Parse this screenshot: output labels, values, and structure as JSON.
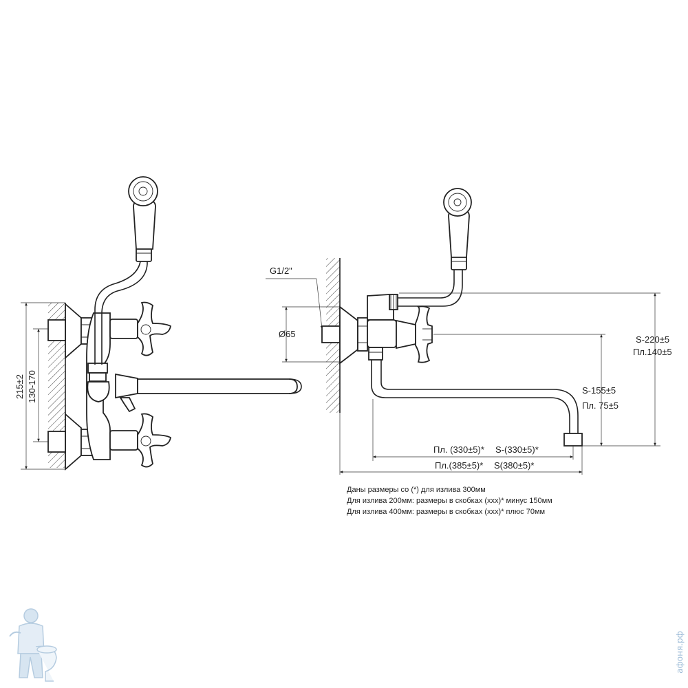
{
  "dimensions": {
    "height_total": "215±2",
    "height_range": "130-170",
    "thread": "G1/2\"",
    "diameter": "Ø65",
    "s_220": "S-220±5",
    "pl_140": "Пл.140±5",
    "s_155": "S-155±5",
    "pl_75": "Пл. 75±5",
    "pl_330": "Пл. (330±5)*",
    "s_330": "S-(330±5)*",
    "pl_385": "Пл.(385±5)*",
    "s_380": "S(380±5)*"
  },
  "notes": {
    "line1": "Даны размеры со (*) для излива 300мм",
    "line2": "Для излива 200мм: размеры в скобках (ххх)* минус 150мм",
    "line3": "Для излива 400мм: размеры в скобках (ххх)* плюс 70мм"
  },
  "watermark": {
    "text": "афоня.рф",
    "icon": "plumber-mascot-icon",
    "color": "#9bbad6"
  }
}
